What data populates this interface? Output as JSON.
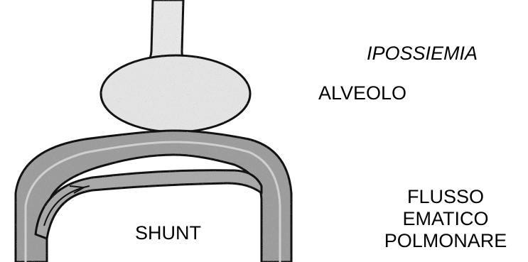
{
  "labels": {
    "title": "IPOSSIEMIA",
    "alveolus": "ALVEOLO",
    "flow_line1": "FLUSSO",
    "flow_line2": "EMATICO",
    "flow_line3": "POLMONARE",
    "shunt": "SHUNT"
  },
  "colors": {
    "background": "#ffffff",
    "ink": "#000000",
    "alveolus_fill": "#d9d9d9",
    "vessel_fill": "#9a9a9a",
    "vessel_inner": "#bdbdbd"
  }
}
